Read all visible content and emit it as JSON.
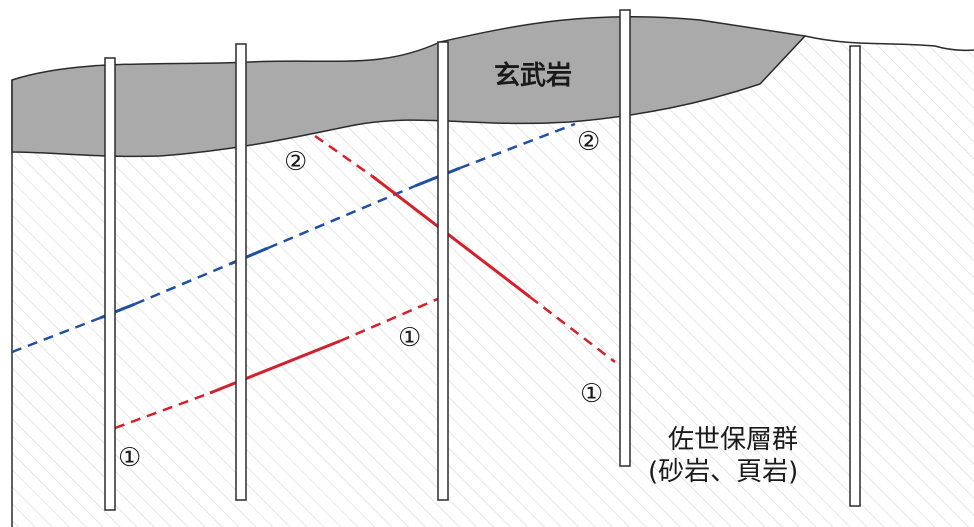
{
  "labels": {
    "basalt": "玄武岩",
    "group_name": "佐世保層群",
    "group_sub": "(砂岩、頁岩)",
    "marker_1": "①",
    "marker_2": "②"
  },
  "colors": {
    "basalt_fill": "#a9aaa9",
    "outline": "#2b2b2b",
    "hatch": "#d8d8d8",
    "fault_red": "#d4202a",
    "fault_blue": "#1f4fa3"
  }
}
